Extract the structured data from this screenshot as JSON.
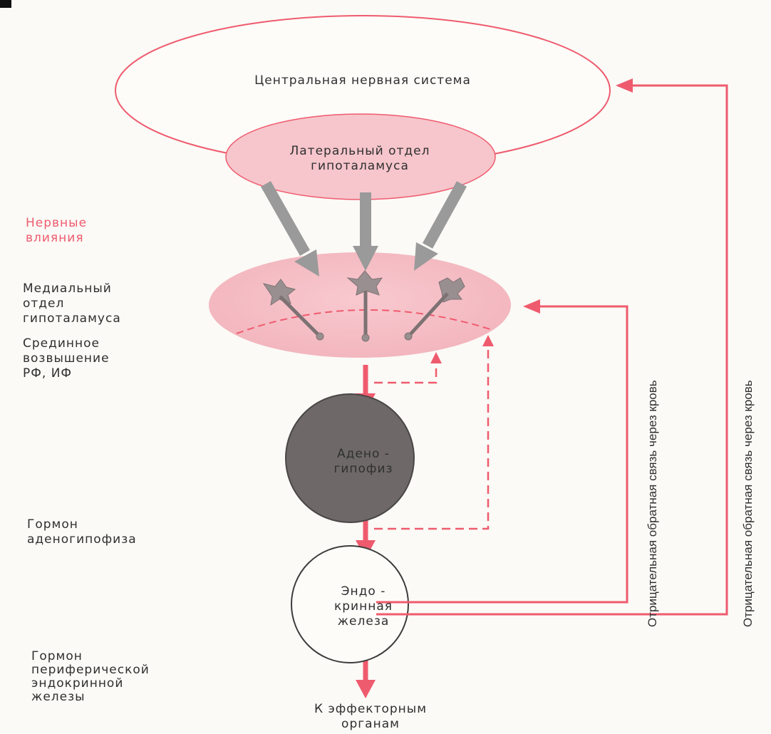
{
  "nodes": {
    "cns": "Центральная нервная система",
    "lateral_hypothalamus": [
      "Латеральный отдел",
      "гипоталамуса"
    ],
    "adenohypophysis": [
      "Адено -",
      "гипофиз"
    ],
    "endocrine_gland": [
      "Эндо -",
      "кринная",
      "железа"
    ]
  },
  "labels": {
    "nervous_influences": [
      "Нервные",
      "влияния"
    ],
    "medial_hypothalamus": [
      "Медиальный",
      "отдел",
      "гипоталамуса"
    ],
    "median_eminence": [
      "Срединное",
      "возвышение",
      "РФ, ИФ"
    ],
    "adenohypophysis_hormone": [
      "Гормон",
      "аденогипофиза"
    ],
    "peripheral_hormone": [
      "Гормон",
      "периферической",
      "эндокринной",
      "железы"
    ],
    "effectors": [
      "К эффекторным",
      "органам"
    ]
  },
  "feedback": {
    "inner": "Отрицательная обратная связь через кровь",
    "outer": "Отрицательная обратная связь через кровь"
  },
  "colors": {
    "accent_pink": "#ef5b6e",
    "pink_fill": "#f6c6cc",
    "gray_arrow": "#9a9a9a",
    "adenohypophysis_fill": "#6e6968",
    "text": "#2f2f2f"
  }
}
